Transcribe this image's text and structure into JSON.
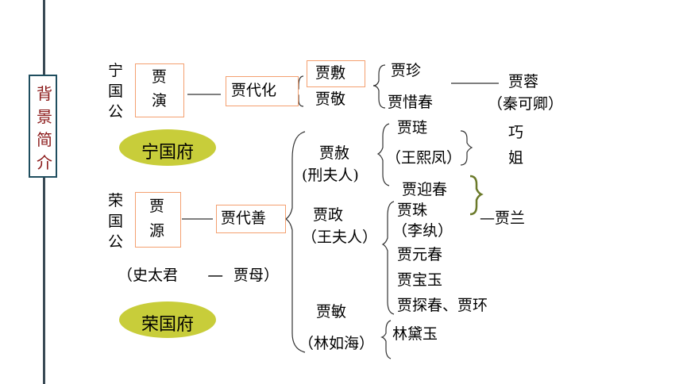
{
  "sidebar": {
    "chars": [
      "背",
      "景",
      "简",
      "介"
    ]
  },
  "ningguo": {
    "title_chars": [
      "宁",
      "国",
      "公"
    ],
    "ancestor_chars": [
      "贾",
      "演"
    ],
    "son": "贾代化",
    "grandsons": [
      "贾敷",
      "贾敬"
    ],
    "children": [
      "贾珍",
      "贾惜春"
    ],
    "heir": "贾蓉",
    "heir_spouse": "（秦可卿）",
    "mansion": "宁国府"
  },
  "rongguo": {
    "title_chars": [
      "荣",
      "国",
      "公"
    ],
    "ancestor_chars": [
      "贾",
      "源"
    ],
    "son": "贾代善",
    "matriarch_left": "（史太君",
    "matriarch_dash": "—",
    "matriarch_right": "贾母）",
    "mansion": "荣国府",
    "she": {
      "name": "贾赦",
      "spouse": "(刑夫人)",
      "children": [
        "贾琏",
        "（王熙凤）",
        "贾迎春"
      ]
    },
    "qiaojie_chars": [
      "巧",
      "姐"
    ],
    "zheng": {
      "name": "贾政",
      "spouse": "（王夫人）",
      "children": [
        "贾珠",
        "（李纨）",
        "贾元春",
        "贾宝玉",
        "贾探春、贾环"
      ]
    },
    "jialan": "—贾兰",
    "min": {
      "name": "贾敏",
      "spouse": "（林如海）",
      "child": "林黛玉"
    }
  },
  "colors": {
    "oval": "#c8cd3a",
    "box_border": "#f4a070",
    "side_text": "#8b1a1a",
    "bracket_green": "#6b7a2a"
  }
}
